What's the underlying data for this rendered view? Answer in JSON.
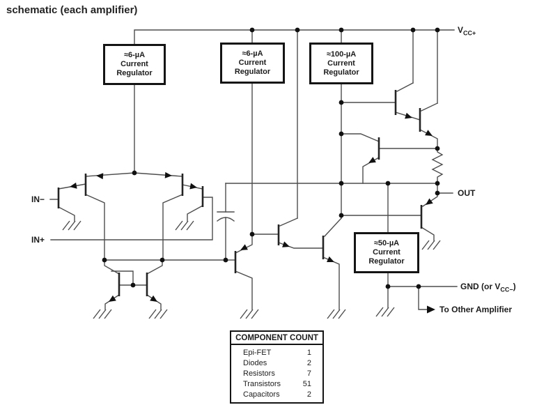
{
  "title": "schematic (each amplifier)",
  "labels": {
    "vcc": {
      "base": "V",
      "sub": "CC+"
    },
    "in_minus": "IN−",
    "in_plus": "IN+",
    "out": "OUT",
    "gnd": {
      "pre": "GND (or V",
      "sub": "CC−",
      "post": ")"
    },
    "to_other_amplifier": "To Other Amplifier"
  },
  "regulators": {
    "reg1": {
      "line1": "≈6-µA",
      "line2": "Current",
      "line3": "Regulator"
    },
    "reg2": {
      "line1": "≈6-µA",
      "line2": "Current",
      "line3": "Regulator"
    },
    "reg3": {
      "line1": "≈100-µA",
      "line2": "Current",
      "line3": "Regulator"
    },
    "reg4": {
      "line1": "≈50-µA",
      "line2": "Current",
      "line3": "Regulator"
    }
  },
  "component_count": {
    "header": "COMPONENT COUNT",
    "rows": [
      {
        "name": "Epi-FET",
        "count": "1"
      },
      {
        "name": "Diodes",
        "count": "2"
      },
      {
        "name": "Resistors",
        "count": "7"
      },
      {
        "name": "Transistors",
        "count": "51"
      },
      {
        "name": "Capacitors",
        "count": "2"
      }
    ]
  },
  "colors": {
    "wire": "#4d4d4d",
    "ink": "#141414"
  }
}
